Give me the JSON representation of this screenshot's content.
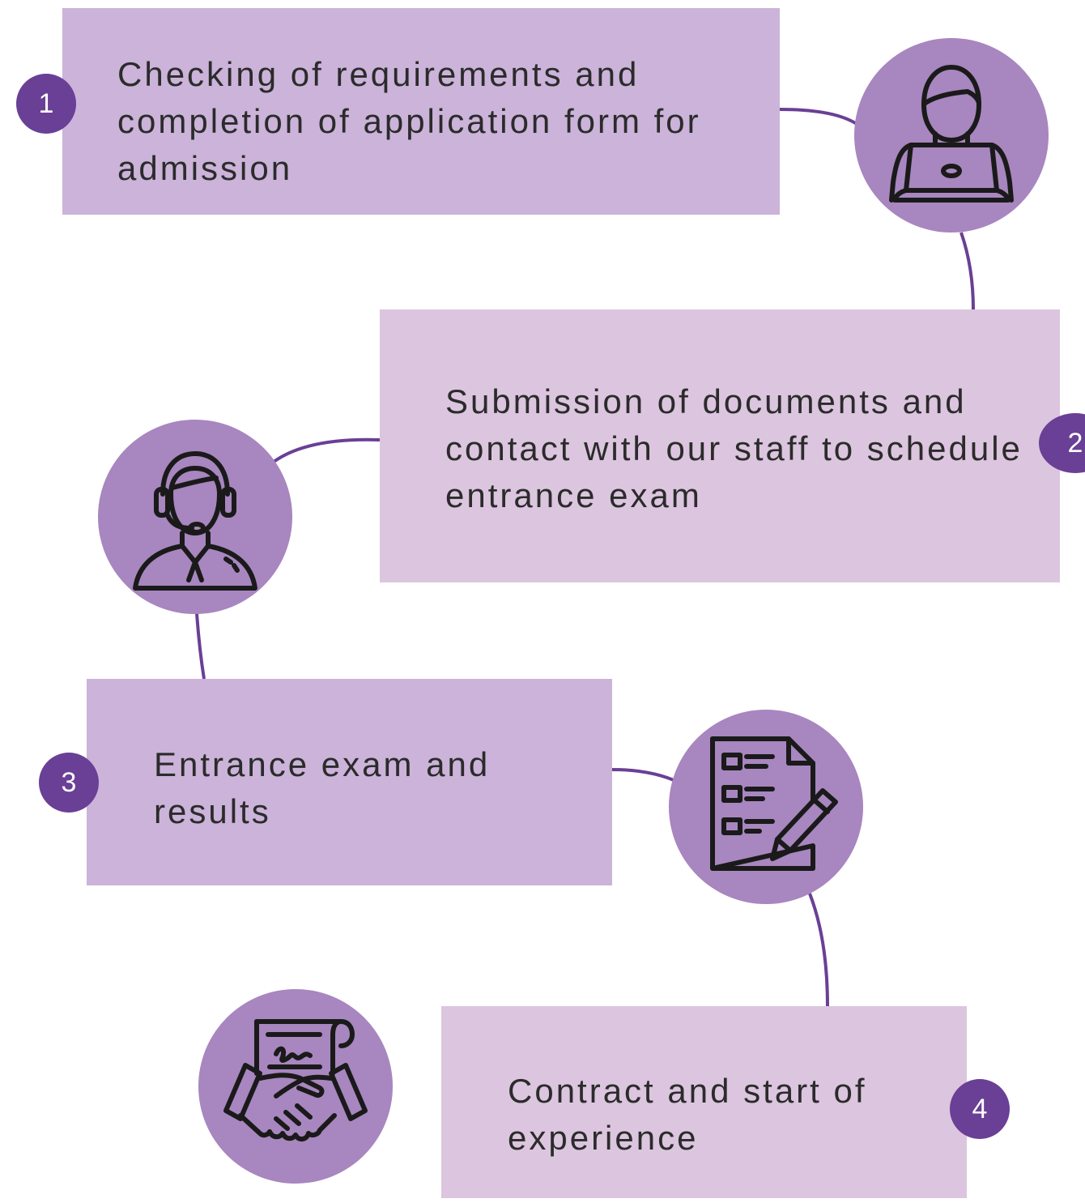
{
  "steps": [
    {
      "number": "1",
      "text": "Checking of requirements and completion of application form for admission",
      "icon": "laptop-user-icon"
    },
    {
      "number": "2",
      "text": "Submission of documents and contact with our staff to schedule entrance exam",
      "icon": "headset-agent-icon"
    },
    {
      "number": "3",
      "text": "Entrance exam and results",
      "icon": "checklist-pencil-icon"
    },
    {
      "number": "4",
      "text": "Contract and start of experience",
      "icon": "handshake-contract-icon"
    }
  ],
  "colors": {
    "box_dark": "#cbb3d9",
    "box_light": "#dcc5df",
    "circle": "#a886bf",
    "badge": "#6a3f96",
    "connector": "#6a3f96",
    "icon_stroke": "#1a1a1a"
  }
}
